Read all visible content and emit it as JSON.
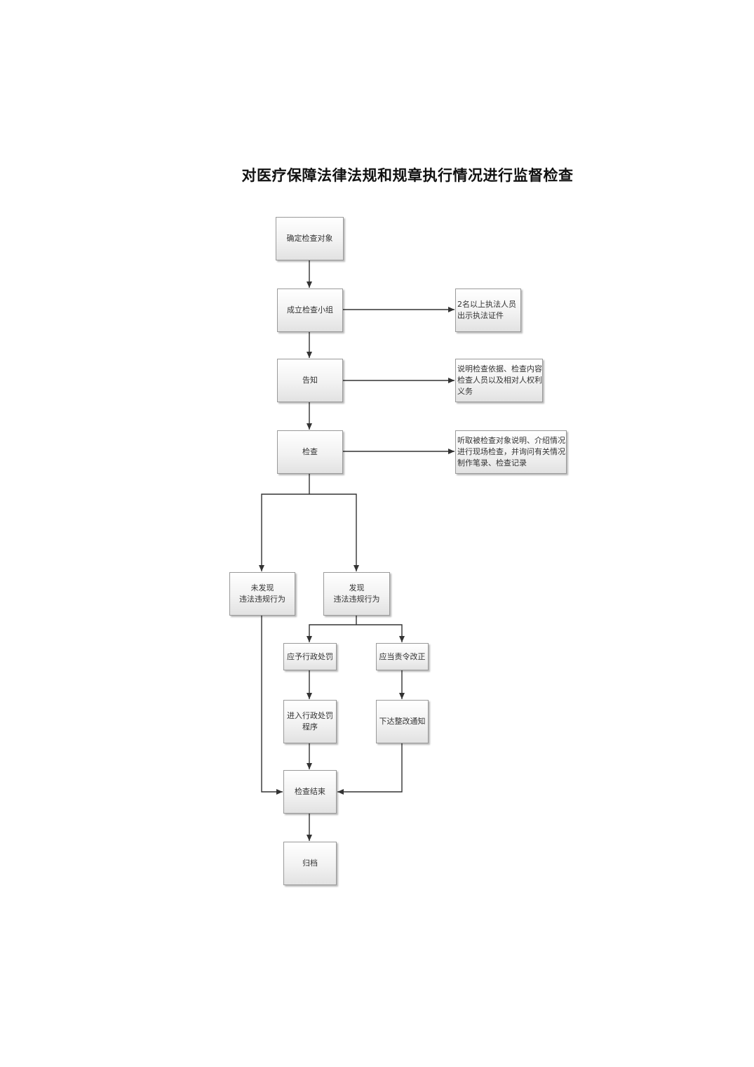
{
  "title": "对医疗保障法律法规和规章执行情况进行监督检查",
  "nodes": {
    "n1": "确定检查对象",
    "n2": "成立检查小组",
    "n2_note": "2名以上执法人员\n出示执法证件",
    "n3": "告知",
    "n3_note": "说明检查依据、检查内容\n检查人员以及相对人权利\n义务",
    "n4": "检查",
    "n4_note": "听取被检查对象说明、介绍情况\n进行现场检查，并询问有关情况\n制作笔录、检查记录",
    "n5a": "未发现\n违法违规行为",
    "n5b": "发现\n违法违规行为",
    "n6a": "应予行政处罚",
    "n6b": "应当责令改正",
    "n7a": "进入行政处罚\n程序",
    "n7b": "下达整改通知",
    "n8": "检查结束",
    "n9": "归档"
  }
}
